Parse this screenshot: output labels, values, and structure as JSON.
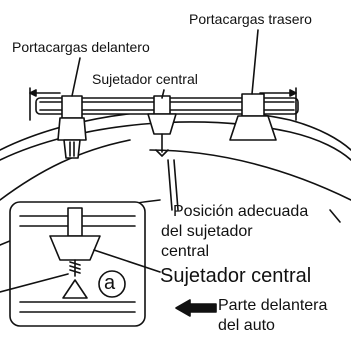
{
  "labels": {
    "rear_carrier": "Portacargas trasero",
    "front_carrier": "Portacargas delantero",
    "center_clamp_top": "Sujetador central",
    "position_line1": "Posición adecuada",
    "position_line2": "del sujetador",
    "position_line3": "central",
    "center_clamp_detail": "Sujetador central",
    "front_line1": "Parte delantera",
    "front_line2": "del auto",
    "callout_a": "a"
  },
  "colors": {
    "ink": "#111111",
    "background": "#ffffff"
  }
}
